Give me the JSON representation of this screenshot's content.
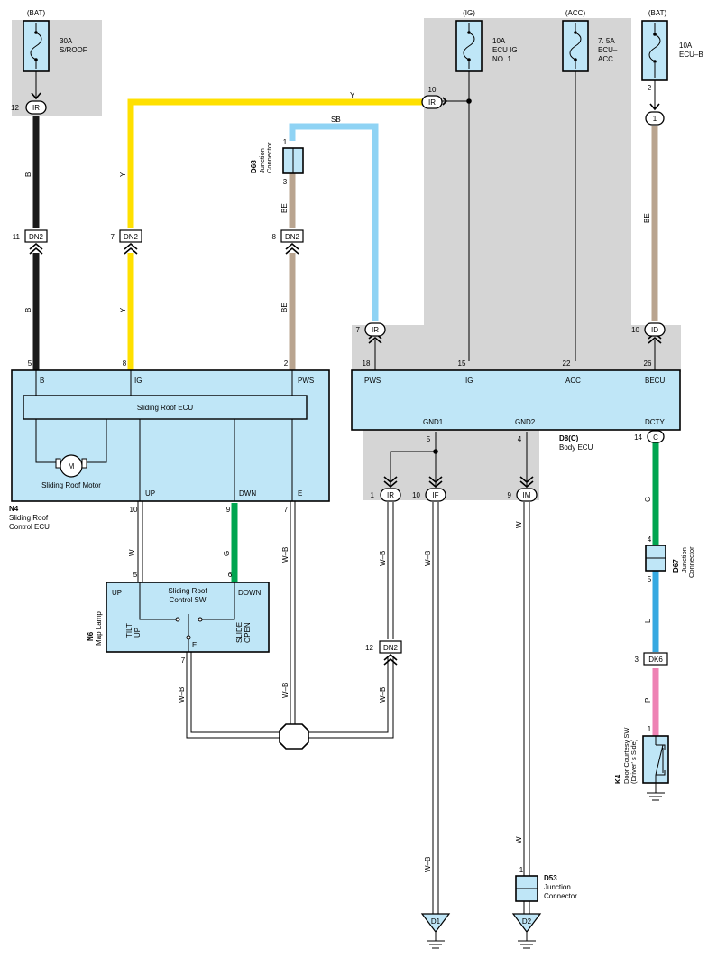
{
  "fuses": [
    {
      "source": "(BAT)",
      "rating": "30A",
      "name": "S/ROOF",
      "name2": ""
    },
    {
      "source": "(IG)",
      "rating": "10A",
      "name": "ECU IG",
      "name2": "NO. 1"
    },
    {
      "source": "(ACC)",
      "rating": "7. 5A",
      "name": "ECU–",
      "name2": "ACC"
    },
    {
      "source": "(BAT)",
      "rating": "10A",
      "name": "ECU–B",
      "name2": ""
    }
  ],
  "wire_colors": {
    "B": "#1a1a1a",
    "Y": "#ffe000",
    "SB": "#8fd3f4",
    "BE": "#b9a48f",
    "G": "#00a550",
    "L": "#36a9e1",
    "P": "#ee82b4",
    "WB": "#ffffff"
  },
  "wire_labels": {
    "b": "B",
    "y": "Y",
    "sb": "SB",
    "be": "BE",
    "g": "G",
    "w": "W",
    "wb": "W–B",
    "l": "L",
    "p": "P"
  },
  "connectors": {
    "ir": "IR",
    "dn2": "DN2",
    "if": "IF",
    "im": "IM",
    "id": "ID",
    "c": "C",
    "dk6": "DK6",
    "one": "1"
  },
  "pins": {
    "p1": "1",
    "p2": "2",
    "p3": "3",
    "p4": "4",
    "p5": "5",
    "p6": "6",
    "p7": "7",
    "p8": "8",
    "p9": "9",
    "p10": "10",
    "p11": "11",
    "p12": "12",
    "p14": "14",
    "p15": "15",
    "p18": "18",
    "p22": "22",
    "p26": "26"
  },
  "sliding_roof_ecu": {
    "id": "N4",
    "name1": "Sliding Roof",
    "name2": "Control ECU",
    "inner": "Sliding Roof ECU",
    "motor_label": "Sliding Roof Motor",
    "motor_symbol": "M",
    "terminals": {
      "b": "B",
      "ig": "IG",
      "pws": "PWS",
      "up": "UP",
      "dwn": "DWN",
      "e": "E"
    }
  },
  "body_ecu": {
    "id": "D8(C)",
    "name": "Body ECU",
    "terminals": {
      "pws": "PWS",
      "ig": "IG",
      "acc": "ACC",
      "becu": "BECU",
      "gnd1": "GND1",
      "gnd2": "GND2",
      "dcty": "DCTY"
    }
  },
  "control_sw": {
    "id": "N6",
    "name": "Map Lamp",
    "title1": "Sliding Roof",
    "title2": "Control SW",
    "up": "UP",
    "down": "DOWN",
    "tilt": "TILT",
    "tilt2": "UP",
    "slide": "SLIDE",
    "slide2": "OPEN",
    "e": "E"
  },
  "junctions": {
    "d68": {
      "id": "D68",
      "l1": "Junction",
      "l2": "Connector"
    },
    "d67": {
      "id": "D67",
      "l1": "Junction",
      "l2": "Connector"
    },
    "d53": {
      "id": "D53",
      "l1": "Junction",
      "l2": "Connector"
    }
  },
  "door_sw": {
    "id": "K4",
    "l1": "Door Courtesy SW",
    "l2": "(Driver' s Side)"
  },
  "grounds": {
    "d1": "D1",
    "d2": "D2"
  }
}
